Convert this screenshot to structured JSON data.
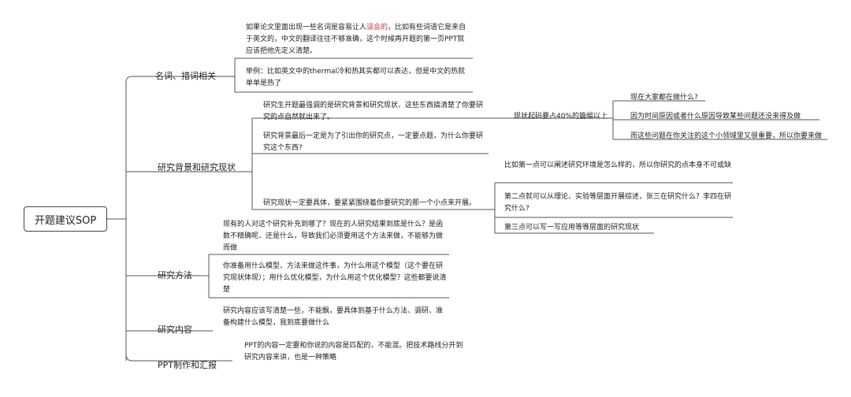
{
  "root": {
    "label": "开题建议SOP"
  },
  "branches": [
    {
      "label": "名词、措词相关",
      "children": [
        {
          "text_before": "如果论文里面出现一些名词是容易让人",
          "text_highlight": "误会的",
          "text_after": "，比如有些词语它是来自于英文的，中文的翻译往往不够准确，这个时候再开题的第一页PPT就应该把他先定义清楚。"
        },
        {
          "text": "举例：比如英文中的thermal冷和热其实都可以表达，但是中文的热就单单是热了"
        }
      ]
    },
    {
      "label": "研究背景和研究现状",
      "children": [
        {
          "text": "研究生开题最强调的是研究背景和研究现状、这些东西搞清楚了你要研究的点自然就出来了。",
          "sub": {
            "text": "现状起码要占40%的篇幅以上",
            "items": [
              "现在大家都在做什么?",
              "因为时间原因或者什么原因导致某些问题还没来得及做",
              "而这些问题在你关注的这个小领域里又很重要，所以你要来做"
            ]
          }
        },
        {
          "text": "研究背景最后一定是为了引出你的研究点，一定要点题，为什么你要研究这个东西?"
        },
        {
          "text": "研究现状一定要具体，要紧紧围绕着你要研究的那一个小点来开展。",
          "items": [
            "比如第一点可以阐述研究环境是怎么样的，所以你研究的点本身不可或缺",
            "第二点就可以从理论、实验等层面开展综述，张三在研究什么？李四在研究什么?",
            "第三点可以写一写应用等等层面的研究现状"
          ]
        }
      ]
    },
    {
      "label": "研究方法",
      "children": [
        {
          "text": "现有的人对这个研究补充到哪了？现在的人研究结果到底是什么？是函数不精确呢、还是什么，导致我们必须要用这个方法来做，不能够为做而做"
        },
        {
          "text": "你准备用什么模型、方法来做这件事，为什么用这个模型（这个要在研究现状体现）；用什么优化模型，为什么用这个优化模型？这些都要说清楚"
        }
      ]
    },
    {
      "label": "研究内容",
      "children": [
        {
          "text": "研究内容应该写清楚一些，不能飘，要具体到基于什么方法、调研、准备构建什么模型，我到底要做什么"
        }
      ]
    },
    {
      "label": "PPT制作和汇报",
      "children": [
        {
          "text": "PPT的内容一定要和你说的内容是匹配的，不能混。把技术路线分开到研究内容来讲，也是一种策略"
        }
      ]
    }
  ],
  "colors": {
    "line": "#555555",
    "highlight": "#e03a2f"
  }
}
